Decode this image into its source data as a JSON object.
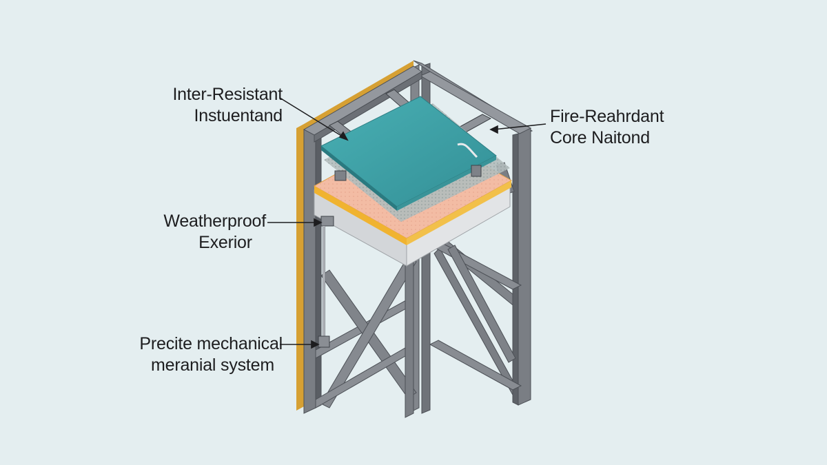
{
  "labels": {
    "top_left": {
      "line1": "Inter-Resistant",
      "line2": "Instuentand"
    },
    "top_right": {
      "line1": "Fire-Reahrdant",
      "line2": "Core Naitond"
    },
    "mid_left": {
      "line1": "Weatherproof",
      "line2": "Exerior"
    },
    "bottom_left": {
      "line1": "Precite mechanical",
      "line2": "meranial system"
    }
  },
  "colors": {
    "background": "#e4eef0",
    "steel": "#7c8087",
    "steel_dark": "#50545a",
    "steel_light": "#a9adb3",
    "edge_strip": "#d6a033",
    "top_panel": "#3fa3a8",
    "mesh_layer": "#a7b3b3",
    "insulation": "#f2b8a0",
    "insulation_edge": "#f0b330",
    "slab": "#d9dcdf",
    "leader_line": "#1d1d1f"
  }
}
